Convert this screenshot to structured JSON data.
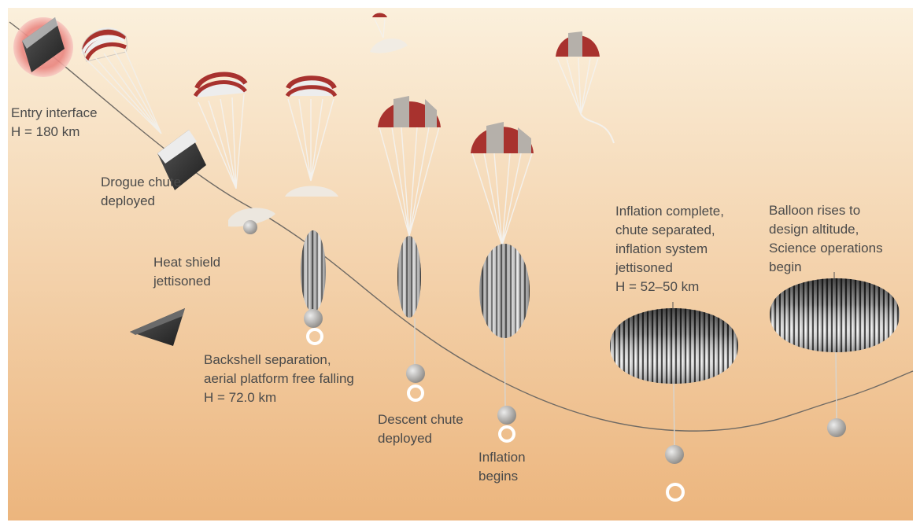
{
  "colors": {
    "sky_top": "#fbf0dc",
    "sky_bottom": "#ecb57d",
    "stripe_red": "#a8322e",
    "stripe_grey": "#b0aca6",
    "text": "#4a4a4a",
    "trajectory": "#6f6a64"
  },
  "stages": [
    {
      "id": "entry",
      "lines": [
        "Entry interface",
        "H = 180 km"
      ]
    },
    {
      "id": "drogue",
      "lines": [
        "Drogue chute",
        "deployed"
      ]
    },
    {
      "id": "heatshield",
      "lines": [
        "Heat shield",
        "jettisoned"
      ]
    },
    {
      "id": "backshell",
      "lines": [
        "Backshell separation,",
        "aerial platform free falling",
        "H = 72.0 km"
      ]
    },
    {
      "id": "descent",
      "lines": [
        "Descent chute",
        "deployed"
      ]
    },
    {
      "id": "inflation",
      "lines": [
        "Inflation",
        "begins"
      ]
    },
    {
      "id": "complete",
      "lines": [
        "Inflation complete,",
        "chute separated,",
        "inflation system",
        "jettisoned",
        "H = 52–50 km"
      ]
    },
    {
      "id": "rises",
      "lines": [
        "Balloon rises to",
        "design altitude,",
        "Science operations",
        "begin"
      ]
    }
  ]
}
